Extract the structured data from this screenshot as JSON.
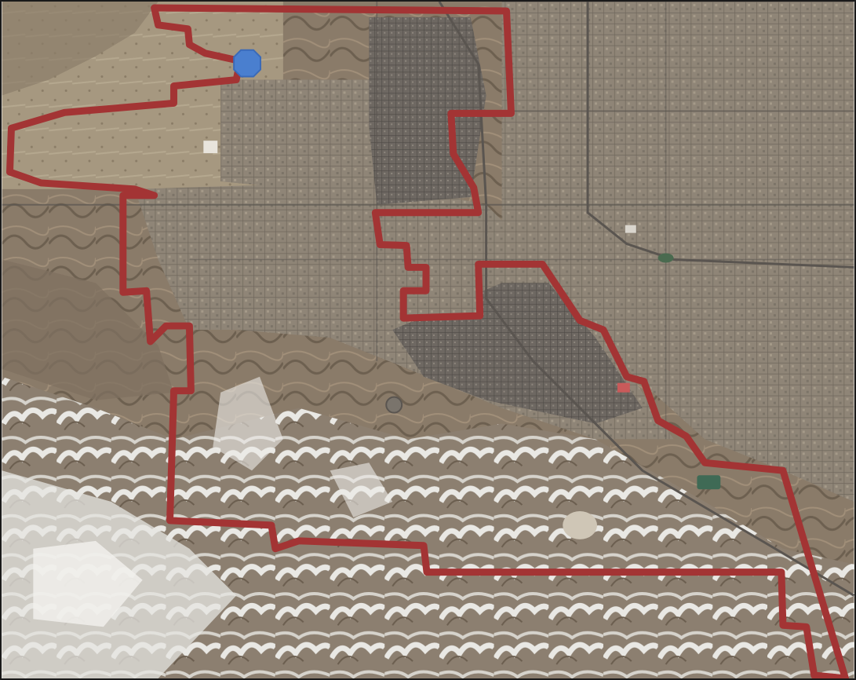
{
  "map": {
    "kind": "aerial-imagery",
    "boundary_color": "#a33434",
    "marker_color": "#4a7fcf",
    "marker_shape": "octagon-marker",
    "features": [
      "residential-grid",
      "hillsides",
      "snow-cover",
      "highway",
      "ponds"
    ]
  }
}
